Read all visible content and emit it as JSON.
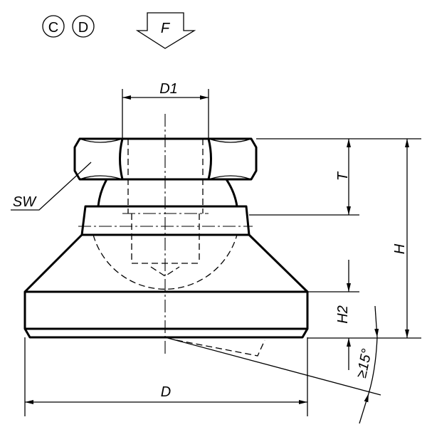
{
  "symbols": {
    "c": "C",
    "d": "D"
  },
  "force_label": "F",
  "dimensions": {
    "d1": "D1",
    "t": "T",
    "h": "H",
    "h2": "H2",
    "sw": "SW",
    "d": "D",
    "angle": "≥15°"
  }
}
